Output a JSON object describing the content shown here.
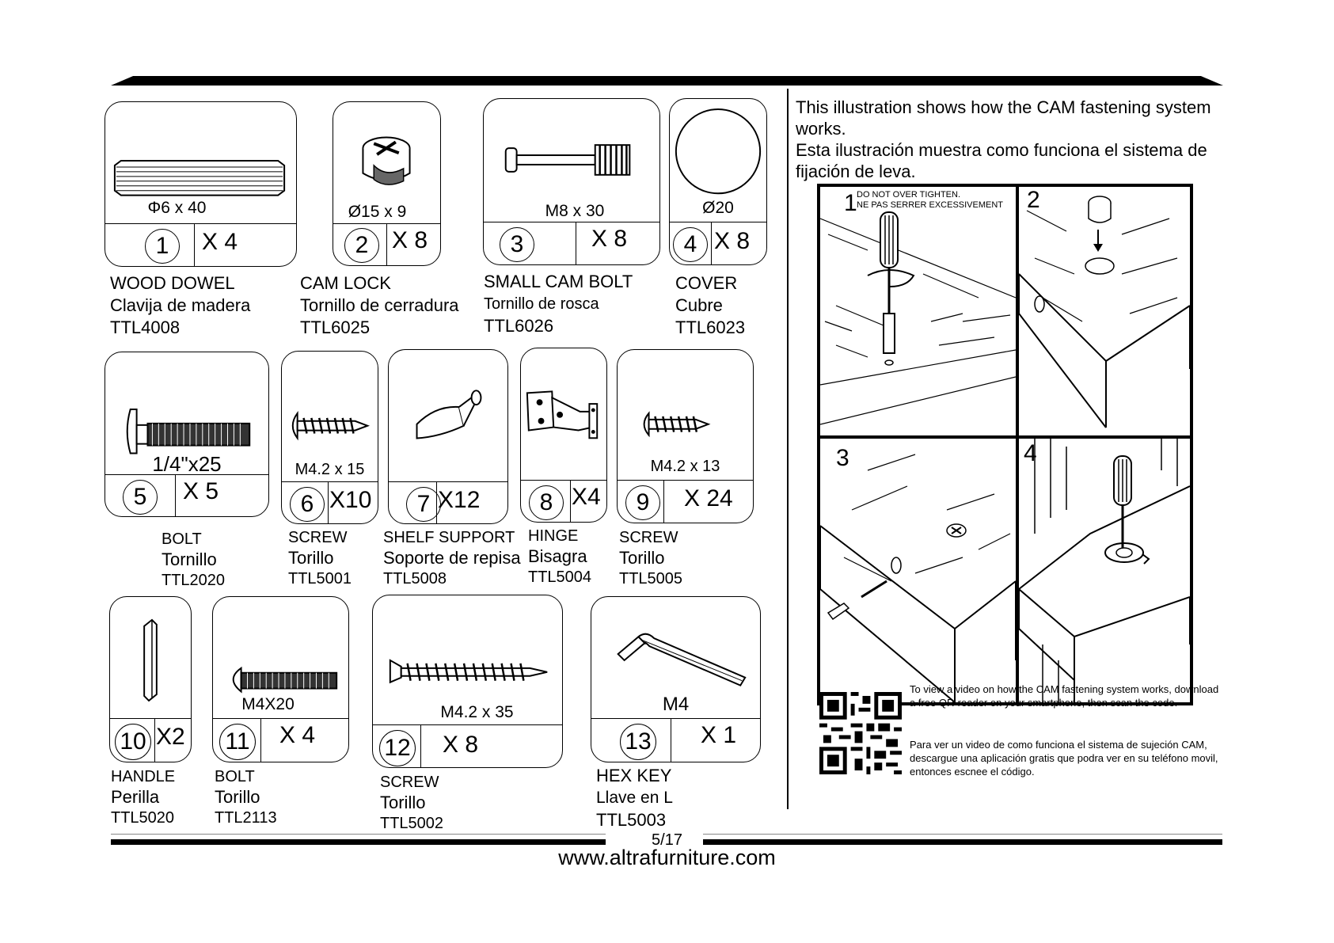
{
  "intro": {
    "english": "This illustration shows how the CAM fastening system works.",
    "spanish": "Esta ilustración muestra como funciona el sistema de fijación de leva."
  },
  "steps": [
    {
      "number": "1",
      "warning_en": "DO NOT OVER TIGHTEN.",
      "warning_fr": "NE PAS SERRER EXCESSIVEMENT"
    },
    {
      "number": "2"
    },
    {
      "number": "3"
    },
    {
      "number": "4"
    }
  ],
  "qr": {
    "english": "To view a video on how the CAM fastening system works, download a free QR-reader on your smartphone, then scan the code.",
    "spanish": "Para ver un video de como funciona el sistema de sujeción CAM, descargue una aplicación gratis que podra ver en su teléfono movil, entonces escnee el código."
  },
  "parts": [
    {
      "id": "1",
      "size": "Φ6 x 40",
      "qty": "X 4",
      "name_en": "WOOD DOWEL",
      "name_es": "Clavija de madera",
      "code": "TTL4008",
      "icon": "wood-dowel-icon"
    },
    {
      "id": "2",
      "size": "Ø15 x 9",
      "qty": "X 8",
      "name_en": "CAM LOCK",
      "name_es": "Tornillo de cerradura",
      "code": "TTL6025",
      "icon": "cam-lock-icon"
    },
    {
      "id": "3",
      "size": "M8 x 30",
      "qty": "X 8",
      "name_en": "SMALL CAM BOLT",
      "name_es": "Tornillo de rosca",
      "code": "TTL6026",
      "icon": "cam-bolt-icon"
    },
    {
      "id": "4",
      "size": "Ø20",
      "qty": "X 8",
      "name_en": "COVER",
      "name_es": "Cubre",
      "code": "TTL6023",
      "icon": "cover-icon"
    },
    {
      "id": "5",
      "size": "1/4\"x25",
      "qty": "X 5",
      "name_en": "BOLT",
      "name_es": "Tornillo",
      "code": "TTL2020",
      "icon": "bolt-icon"
    },
    {
      "id": "6",
      "size": "M4.2 x 15",
      "qty": "X10",
      "name_en": "SCREW",
      "name_es": "Torillo",
      "code": "TTL5001",
      "icon": "screw-icon"
    },
    {
      "id": "7",
      "size": "",
      "qty": "X12",
      "name_en": "SHELF SUPPORT",
      "name_es": "Soporte de repisa",
      "code": "TTL5008",
      "icon": "shelf-support-icon"
    },
    {
      "id": "8",
      "size": "",
      "qty": "X4",
      "name_en": "HINGE",
      "name_es": "Bisagra",
      "code": "TTL5004",
      "icon": "hinge-icon"
    },
    {
      "id": "9",
      "size": "M4.2 x 13",
      "qty": "X 24",
      "name_en": "SCREW",
      "name_es": "Torillo",
      "code": "TTL5005",
      "icon": "screw-icon"
    },
    {
      "id": "10",
      "size": "",
      "qty": "X2",
      "name_en": "HANDLE",
      "name_es": "Perilla",
      "code": "TTL5020",
      "icon": "handle-icon"
    },
    {
      "id": "11",
      "size": "M4X20",
      "qty": "X 4",
      "name_en": "BOLT",
      "name_es": "Torillo",
      "code": "TTL2113",
      "icon": "bolt-icon"
    },
    {
      "id": "12",
      "size": "M4.2 x 35",
      "qty": "X 8",
      "name_en": "SCREW",
      "name_es": "Torillo",
      "code": "TTL5002",
      "icon": "screw-icon"
    },
    {
      "id": "13",
      "size": "M4",
      "qty": "X 1",
      "name_en": "HEX KEY",
      "name_es": "Llave en L",
      "code": "TTL5003",
      "icon": "hex-key-icon"
    }
  ],
  "footer": {
    "page": "5/17",
    "website": "www.altrafurniture.com"
  }
}
